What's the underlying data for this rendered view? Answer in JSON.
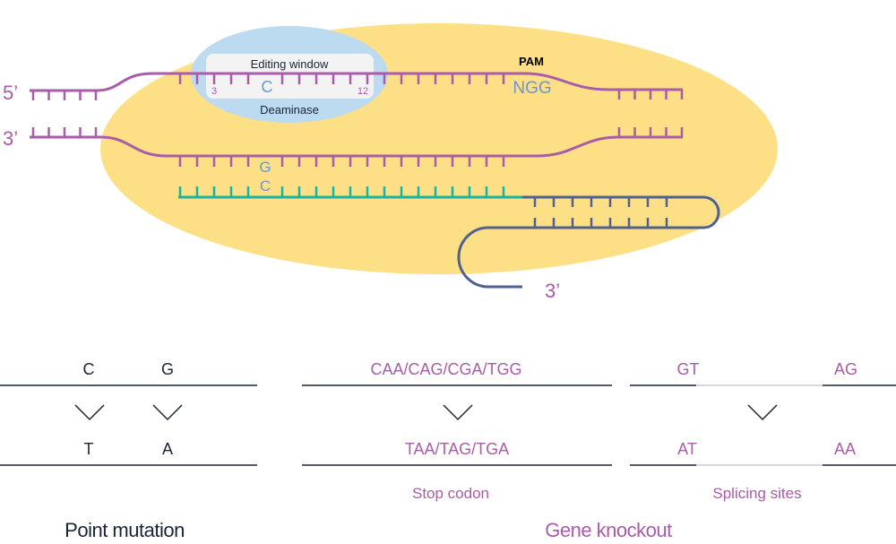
{
  "diagram": {
    "strand_labels": {
      "top_5prime": "5’",
      "top_3prime": "3’",
      "guide_3prime": "3’"
    },
    "editing_window": {
      "title": "Editing window",
      "start": "3",
      "end": "12",
      "target_base": "C"
    },
    "deaminase_label": "Deaminase",
    "pam": {
      "title": "PAM",
      "sequence": "NGG"
    },
    "target_strand_base": "G",
    "guide_base": "C",
    "colors": {
      "protein": "#fde085",
      "deaminase": "#bcdaf0",
      "window_box": "#f3f3f3",
      "dna": "#a95ca8",
      "guide": "#1ab39f",
      "scaffold": "#4e6191",
      "base_blue": "#6e94d4",
      "dark": "#1b2436"
    }
  },
  "point_mutation": {
    "title": "Point mutation",
    "columns": [
      {
        "from": "C",
        "to": "T"
      },
      {
        "from": "G",
        "to": "A"
      }
    ]
  },
  "gene_knockout": {
    "title": "Gene knockout",
    "stop_codon": {
      "from": "CAA/CAG/CGA/TGG",
      "to": "TAA/TAG/TGA",
      "label": "Stop codon"
    },
    "splicing_sites": {
      "from_left": "GT",
      "from_right": "AG",
      "to_left": "AT",
      "to_right": "AA",
      "label": "Splicing sites"
    }
  }
}
